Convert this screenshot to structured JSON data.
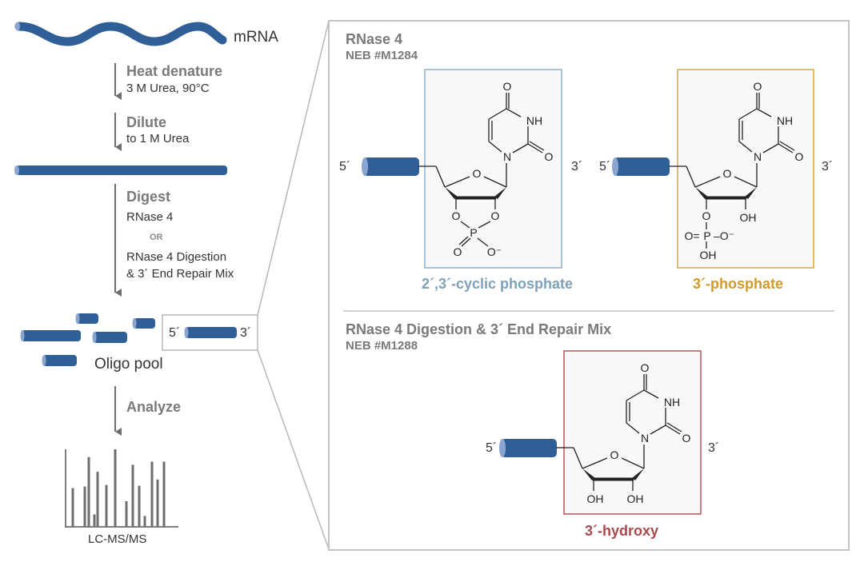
{
  "colors": {
    "rna_blue": "#2f5f96",
    "rna_cap": "#8aa5cf",
    "arrow_gray": "#6e6e6e",
    "panel_border": "#c4c4c4",
    "cyclic_box": "#8fb0c7",
    "cyclic_text": "#7fa1b8",
    "phosphate_box": "#d7a83d",
    "phosphate_text": "#d19a2a",
    "hydroxy_box": "#b4575a",
    "hydroxy_text": "#a84a4d",
    "box_fill": "#f8f8f8"
  },
  "workflow": {
    "mrna_label": "mRNA",
    "steps": [
      {
        "title": "Heat denature",
        "detail": "3 M Urea, 90°C"
      },
      {
        "title": "Dilute",
        "detail": "to 1 M Urea"
      },
      {
        "title": "Digest",
        "detail_lines": [
          "RNase 4",
          "OR",
          "RNase 4 Digestion",
          "& 3´ End Repair Mix"
        ]
      },
      {
        "title": "Analyze"
      }
    ],
    "oligo_pool_label": "Oligo pool",
    "zoom_box": {
      "five_prime": "5´",
      "three_prime": "3´"
    },
    "spectrum_label": "LC-MS/MS"
  },
  "chart_data": {
    "type": "bar",
    "title": "LC-MS/MS",
    "xlabel": "",
    "ylabel": "",
    "note": "schematic mass spectrum, relative peak heights (0-100)",
    "x": [
      91,
      106,
      111,
      118,
      122,
      133,
      144,
      158,
      166,
      174,
      181,
      190,
      197,
      205
    ],
    "values": [
      50,
      52,
      90,
      16,
      71,
      54,
      100,
      33,
      80,
      53,
      14,
      84,
      61,
      84
    ]
  },
  "panel": {
    "top": {
      "title": "RNase 4",
      "catalog": "NEB #M1284",
      "products": [
        {
          "caption": "2´,3´-cyclic phosphate",
          "five_prime": "5´",
          "three_prime": "3´"
        },
        {
          "caption": "3´-phosphate",
          "five_prime": "5´",
          "three_prime": "3´"
        }
      ]
    },
    "bottom": {
      "title": "RNase 4 Digestion & 3´ End Repair Mix",
      "catalog": "NEB #M1288",
      "products": [
        {
          "caption": "3´-hydroxy",
          "five_prime": "5´",
          "three_prime": "3´"
        }
      ]
    }
  },
  "atoms": {
    "O": "O",
    "NH": "NH",
    "N": "N",
    "P": "P",
    "OH": "OH",
    "O_minus": "O⁻"
  }
}
